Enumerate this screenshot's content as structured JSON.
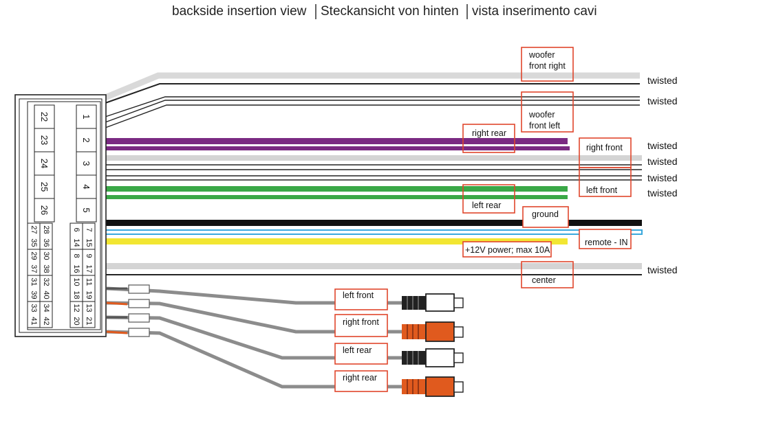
{
  "title": {
    "en": "backside insertion view",
    "de": "Steckansicht von hinten",
    "it": "vista inserimento cavi"
  },
  "connector": {
    "left_pins": [
      "22",
      "23",
      "24",
      "25",
      "26"
    ],
    "right_pins": [
      "1",
      "2",
      "3",
      "4",
      "5"
    ],
    "grid_rows": [
      [
        "27",
        "28",
        "6",
        "7"
      ],
      [
        "35",
        "36",
        "14",
        "15"
      ],
      [
        "29",
        "30",
        "8",
        "9"
      ],
      [
        "37",
        "38",
        "16",
        "17"
      ],
      [
        "31",
        "32",
        "10",
        "11"
      ],
      [
        "39",
        "40",
        "18",
        "19"
      ],
      [
        "33",
        "34",
        "12",
        "13"
      ],
      [
        "41",
        "42",
        "20",
        "21"
      ]
    ]
  },
  "labels": {
    "woofer_front_right": [
      "woofer",
      "front right"
    ],
    "woofer_front_left": [
      "woofer",
      "front left"
    ],
    "right_rear": "right rear",
    "right_front": "right front",
    "left_front": "left front",
    "left_rear": "left rear",
    "ground": "ground",
    "remote_in": "remote - IN",
    "power": "+12V power; max 10A",
    "center": "center",
    "twisted": "twisted"
  },
  "rca": [
    {
      "label": "left front",
      "color": "white"
    },
    {
      "label": "right front",
      "color": "red"
    },
    {
      "label": "left rear",
      "color": "white"
    },
    {
      "label": "right rear",
      "color": "red"
    }
  ],
  "colors": {
    "label_box": "#e0452b",
    "purple": "#7a2a82",
    "green": "#3aa847",
    "black": "#111111",
    "blue": "#3aa8dc",
    "yellow": "#f2e632",
    "grey": "#d4d4d4",
    "rca_red": "#e05a1e",
    "rca_grey_cable": "#8c8c8c"
  }
}
